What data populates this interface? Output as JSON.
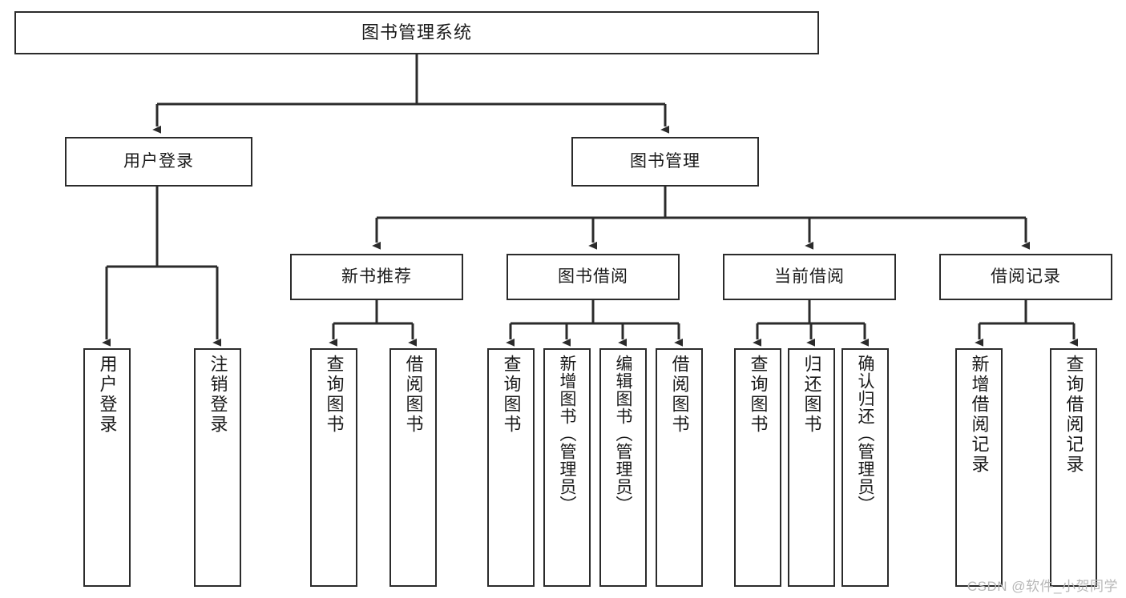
{
  "diagram": {
    "type": "tree",
    "title": "图书管理系统 功能结构图",
    "colors": {
      "box_border": "#2b2b2b",
      "box_fill": "#ffffff",
      "edge": "#2b2b2b",
      "background": "#ffffff",
      "watermark": "#b7b7b7"
    },
    "root": {
      "label": "图书管理系统"
    },
    "level2": [
      {
        "label": "用户登录"
      },
      {
        "label": "图书管理"
      }
    ],
    "level3": [
      {
        "label": "新书推荐"
      },
      {
        "label": "图书借阅"
      },
      {
        "label": "当前借阅"
      },
      {
        "label": "借阅记录"
      }
    ],
    "leaves": [
      {
        "label": "用户登录",
        "parent": "用户登录"
      },
      {
        "label": "注销登录",
        "parent": "用户登录"
      },
      {
        "label": "查询图书",
        "parent": "新书推荐"
      },
      {
        "label": "借阅图书",
        "parent": "新书推荐"
      },
      {
        "label": "查询图书",
        "parent": "图书借阅"
      },
      {
        "label": "新增图书（管理员）",
        "parent": "图书借阅"
      },
      {
        "label": "编辑图书（管理员）",
        "parent": "图书借阅"
      },
      {
        "label": "借阅图书",
        "parent": "图书借阅"
      },
      {
        "label": "查询图书",
        "parent": "当前借阅"
      },
      {
        "label": "归还图书",
        "parent": "当前借阅"
      },
      {
        "label": "确认归还（管理员）",
        "parent": "当前借阅"
      },
      {
        "label": "新增借阅记录",
        "parent": "借阅记录"
      },
      {
        "label": "查询借阅记录",
        "parent": "借阅记录"
      }
    ]
  },
  "watermark": {
    "text": "CSDN @软件_小贺同学"
  }
}
